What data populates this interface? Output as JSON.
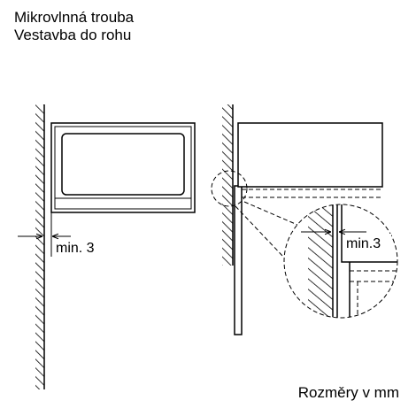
{
  "header": {
    "title_line1": "Mikrovlnná trouba",
    "title_line2": "Vestavba do rohu"
  },
  "left_diagram": {
    "clearance_label": "min. 3"
  },
  "right_diagram": {
    "clearance_label": "min.3"
  },
  "footer": {
    "units_note": "Rozměry v mm"
  }
}
